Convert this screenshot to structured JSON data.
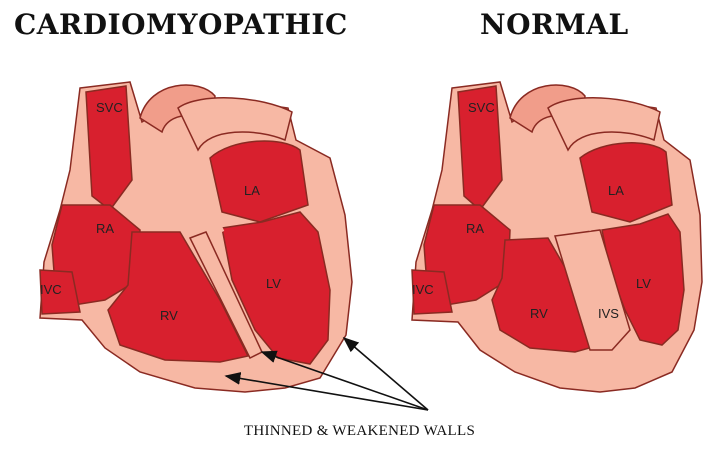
{
  "titles": {
    "left": "CARDIOMYOPATHIC",
    "right": "NORMAL"
  },
  "labels": {
    "svc": "SVC",
    "ra": "RA",
    "ivc": "IVC",
    "la": "LA",
    "lv": "LV",
    "rv": "RV",
    "ivs": "IVS"
  },
  "caption": "THINNED & WEAKENED WALLS",
  "colors": {
    "chamber": "#d8202e",
    "wall": "#f7b8a4",
    "outline": "#8a2a22",
    "arrow": "#111111"
  }
}
